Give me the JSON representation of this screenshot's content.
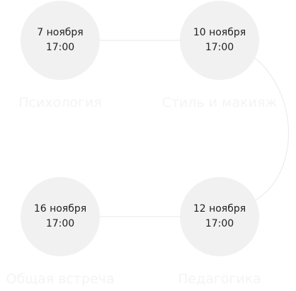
{
  "events": [
    {
      "date": "7 ноября",
      "time": "17:00",
      "title": "Психология"
    },
    {
      "date": "10 ноября",
      "time": "17:00",
      "title": "Стиль и макияж"
    },
    {
      "date": "12 ноября",
      "time": "17:00",
      "title": "Педагогика"
    },
    {
      "date": "16 ноября",
      "time": "17:00",
      "title": "Общая встреча"
    }
  ],
  "colors": {
    "circle_fill": "#f1f1f1",
    "connector": "#ececec",
    "text": "#222222",
    "label": "#f4f4f4"
  }
}
